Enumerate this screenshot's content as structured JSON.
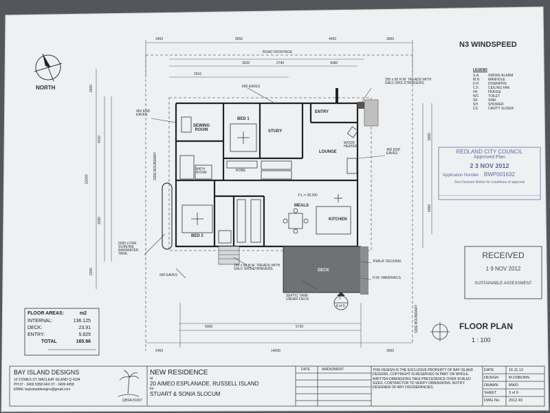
{
  "title": {
    "windspeed": "N3 WINDSPEED",
    "floor_plan": "FLOOR PLAN",
    "scale": "1 : 100"
  },
  "north": {
    "label": "NORTH"
  },
  "legend": {
    "heading": "LEGEND",
    "items": [
      {
        "code": "S.A.",
        "label": "SMOKE ALARM"
      },
      {
        "code": "M.H.",
        "label": "MANHOLE"
      },
      {
        "code": "D.P.",
        "label": "DOWNPIPE"
      },
      {
        "code": "C.F.",
        "label": "CEILING FAN"
      },
      {
        "code": "FR",
        "label": "FRIDGE"
      },
      {
        "code": "WC",
        "label": "TOILET"
      },
      {
        "code": "SK",
        "label": "SINK"
      },
      {
        "code": "SH",
        "label": "SHOWER"
      },
      {
        "code": "CS",
        "label": "CAVITY SLIDER"
      }
    ]
  },
  "council_stamp": {
    "line1": "REDLAND CITY COUNCIL",
    "line2": "Approved Plan",
    "date": "2 3 NOV 2012",
    "app_label": "Application Number",
    "app_number": "BWP001632",
    "note": "See Decision Notice for conditions of approval"
  },
  "received_stamp": {
    "title": "RECEIVED",
    "date": "1 9 NOV 2012",
    "dept": "SUSTAINABLE ASSESSMENT"
  },
  "rooms": {
    "sewing": "SEWING ROOM",
    "bed1": "BED 1",
    "study": "STUDY",
    "entry": "ENTRY",
    "lounge": "LOUNGE",
    "meals": "MEALS",
    "kitchen": "KITCHEN",
    "bed2": "BED 2",
    "bath": "BATH ROOM",
    "deck": "DECK",
    "robe": "ROBE",
    "wood_heater": "WOOD HEATER"
  },
  "annotations": {
    "road_frontage": "ROAD FRONTAGE",
    "eaves_600_top": "600 EAVES",
    "eaves_450_left": "450 END EAVES",
    "eaves_450_right": "450 END EAVES",
    "treads_top": "250 x 50 H.W. TREADS WITH GALV. RHS STRINGERS.",
    "treads_bottom": "250 x 50 H.W. TREADS WITH GALV. RHS STRINGERS.",
    "tank": "5000 LITRE SLIMLINE RAINWATER TANK.",
    "eaves_600_bottom": "600 EAVES",
    "decking": "'KWILA' DECKING",
    "handrails": "H.W. HANDRAILS.",
    "septic": "SEPTIC TANK UNDER DECK.",
    "fl": "F.L.= 28.300",
    "side_boundary_left": "SIDE BOUNDARY",
    "side_boundary_right": "SIDE BOUNDARY",
    "section_ref": "2",
    "section_sheet": "8 of 9"
  },
  "dimensions": {
    "top_overall": [
      "2450",
      "9550",
      "4450",
      "3650"
    ],
    "top_inner": [
      "2910",
      "3020",
      "2740",
      "4380"
    ],
    "bottom_overall": [
      "2450",
      "14000",
      "3650"
    ],
    "bottom_inner": [
      "5000",
      "5720"
    ],
    "left": [
      "3600",
      "4010",
      "10000",
      "3290",
      "2300"
    ],
    "right": [
      "5960",
      "4950"
    ]
  },
  "floor_areas": {
    "heading": "FLOOR AREAS:",
    "unit": "m2",
    "rows": [
      {
        "label": "INTERNAL:",
        "value": "136.125"
      },
      {
        "label": "DECK:",
        "value": "23.91"
      },
      {
        "label": "ENTRY:",
        "value": "5.925"
      },
      {
        "label": "TOTAL",
        "value": "165.96"
      }
    ]
  },
  "company": {
    "name": "BAY ISLAND DESIGNS",
    "address": "10 COWES ST. MACLEAY ISLAND Q 4184",
    "phone": "PH 07 - 3409 5358    FAX 07 - 3409 4058",
    "email": "EMAIL     bayislanddesigns@gmail.com",
    "qbsa": "QBSA 81007"
  },
  "project": {
    "title": "NEW RESIDENCE",
    "at": "at",
    "address": "20 AIMEO ESPLANADE. RUSSELL ISLAND",
    "for": "for",
    "client": "STUART & SONIA SLOCUM"
  },
  "amendments": {
    "col_date": "DATE",
    "col_amend": "AMENDMENT"
  },
  "copyright": "THIS DESIGN IS THE EXCLUSIVE PROPERTY OF BAY ISLAND DESIGNS. COPYRIGHT IS RESERVED IN PART OR WHOLE. WRITTEN DIMENSIONS TAKE PRECEDENCE OVER SCALED SIZES. CONTRACTOR TO VERIFY DIMENSIONS. NOTIFY DESIGNER OF ANY DISCREPANCIES.",
  "title_block": {
    "date_label": "DATE",
    "date": "16.11.12",
    "design_label": "DESIGN",
    "design": "M.OSBORN",
    "drawn_label": "DRAWN",
    "drawn": "MWO",
    "sheet_label": "SHEET",
    "sheet": "3 of 9",
    "dwg_label": "DWG No.",
    "dwg": "2012.49"
  }
}
